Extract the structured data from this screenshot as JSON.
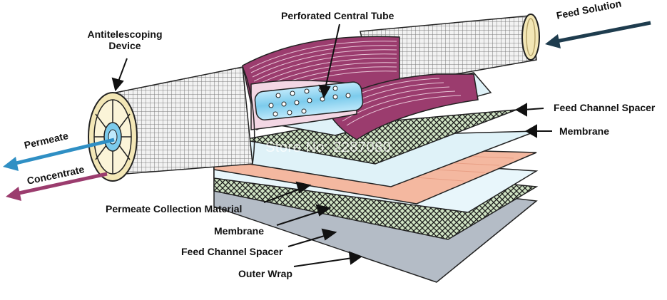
{
  "labels": {
    "antitelescoping_line1": "Antitelescoping",
    "antitelescoping_line2": "Device",
    "perforated_tube": "Perforated Central Tube",
    "feed_solution": "Feed Solution",
    "feed_spacer_top": "Feed Channel Spacer",
    "membrane_top": "Membrane",
    "permeate": "Permeate",
    "concentrate": "Concentrate",
    "permeate_collection": "Permeate Collection Material",
    "membrane_bottom": "Membrane",
    "feed_spacer_bottom": "Feed Channel Spacer",
    "outer_wrap": "Outer Wrap"
  },
  "watermark": "Store No: 2287080",
  "colors": {
    "permeate_arrow": "#2f8fc4",
    "concentrate_arrow": "#9b3c6e",
    "feed_arrow": "#1e3c4e",
    "membrane_pink": "#f4b8a0",
    "sheet_light_blue": "#dff2f8",
    "spacer_green": "#cfe3c3",
    "outer_wrap_gray": "#b4bcc6",
    "tube_blue": "#8fd3f0"
  }
}
